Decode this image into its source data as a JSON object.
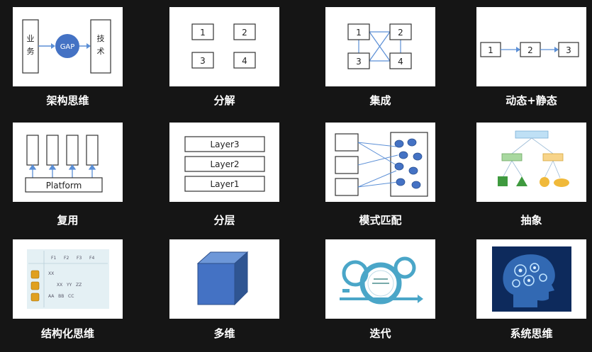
{
  "colors": {
    "background": "#151515",
    "accent_blue": "#4472c4",
    "arrow_blue": "#5b8fd6",
    "box_stroke": "#333333"
  },
  "tiles": [
    {
      "caption": "架构思维",
      "left_box": "业\n务",
      "gap_label": "GAP",
      "right_box": "技\n术"
    },
    {
      "caption": "分解",
      "boxes": [
        "1",
        "2",
        "3",
        "4"
      ]
    },
    {
      "caption": "集成",
      "boxes": [
        "1",
        "2",
        "3",
        "4"
      ]
    },
    {
      "caption": "动态+静态",
      "boxes": [
        "1",
        "2",
        "3"
      ]
    },
    {
      "caption": "复用",
      "platform_label": "Platform"
    },
    {
      "caption": "分层",
      "layers": [
        "Layer3",
        "Layer2",
        "Layer1"
      ]
    },
    {
      "caption": "模式匹配"
    },
    {
      "caption": "抽象"
    },
    {
      "caption": "结构化思维",
      "headers": [
        "F1",
        "F2",
        "F3",
        "F4"
      ],
      "rows": [
        "XX",
        "XX   YY   ZZ",
        "AA   BB   CC"
      ]
    },
    {
      "caption": "多维",
      "icon": "cube-icon"
    },
    {
      "caption": "迭代",
      "icon": "iteration-cycle-icon"
    },
    {
      "caption": "系统思维",
      "icon": "brain-gears-icon"
    }
  ]
}
